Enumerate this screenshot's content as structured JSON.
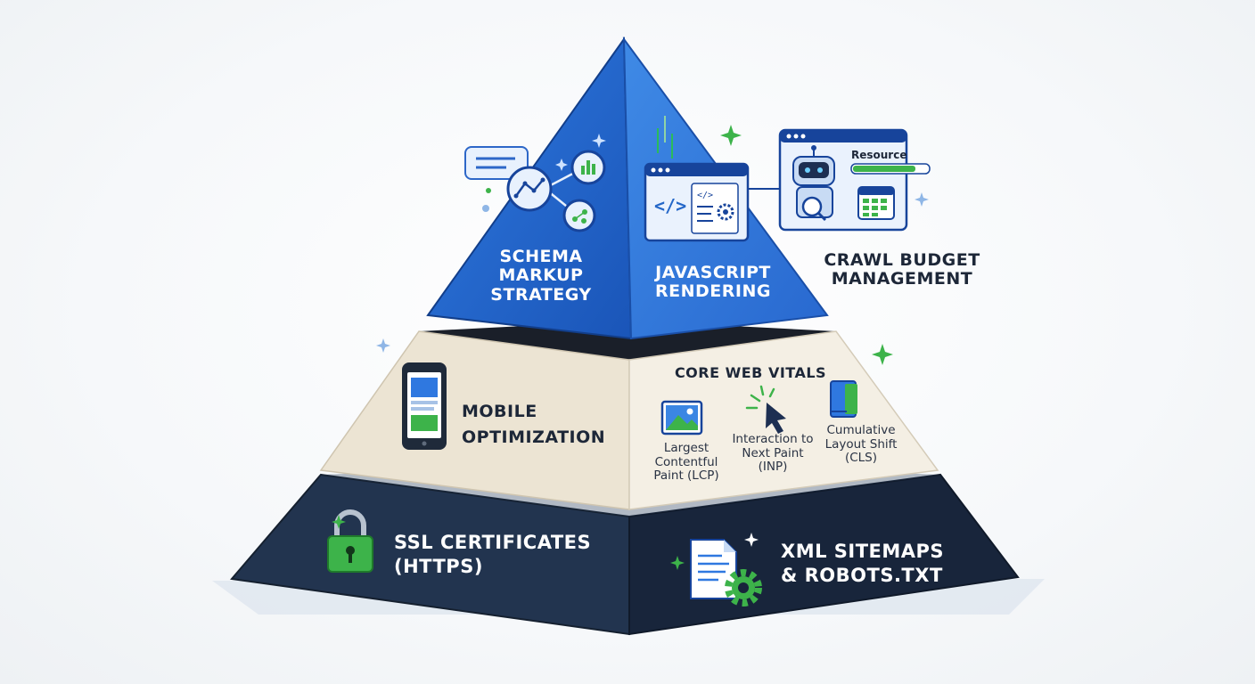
{
  "top_tier": {
    "left": {
      "lines": [
        "Schema",
        "Markup",
        "Strategy"
      ]
    },
    "right": {
      "lines": [
        "JavaScript",
        "Rendering"
      ]
    }
  },
  "crawl": {
    "lines": [
      "Crawl Budget",
      "Management"
    ],
    "resource_label": "Resource"
  },
  "middle_tier": {
    "mobile": {
      "lines": [
        "Mobile",
        "Optimization"
      ]
    },
    "cwv": {
      "title": "Core Web Vitals",
      "metrics": [
        {
          "lines": [
            "Largest",
            "Contentful",
            "Paint (LCP)"
          ],
          "icon": "image-icon"
        },
        {
          "lines": [
            "Interaction to",
            "Next Paint",
            "(INP)"
          ],
          "icon": "cursor-click-icon"
        },
        {
          "lines": [
            "Cumulative",
            "Layout Shift",
            "(CLS)"
          ],
          "icon": "layout-shift-icon"
        }
      ]
    }
  },
  "base_tier": {
    "ssl": {
      "lines": [
        "SSL Certificates",
        "(HTTPS)"
      ]
    },
    "xml": {
      "lines": [
        "XML Sitemaps",
        "& Robots.txt"
      ]
    }
  },
  "colors": {
    "top_left": "#1f5fc4",
    "top_right": "#2b74d9",
    "middle_left": "#ede6d6",
    "middle_right": "#f3eee2",
    "base_left": "#22344f",
    "base_right": "#18253b",
    "accent_green": "#3db34a",
    "text_dark": "#1d2738"
  }
}
